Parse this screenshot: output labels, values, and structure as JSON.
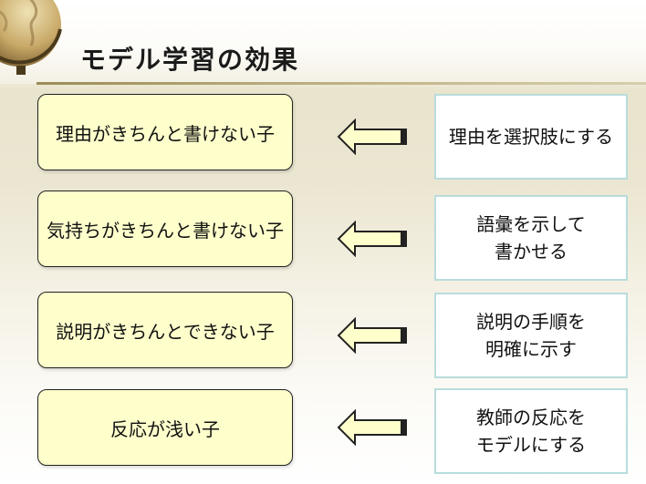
{
  "slide": {
    "title": "モデル学習の効果"
  },
  "rows": [
    {
      "problem": "理由がきちんと書けない子",
      "remedy": [
        "理由を選択肢にする"
      ]
    },
    {
      "problem": "気持ちがきちんと書けない子",
      "remedy": [
        "語彙を示して",
        "書かせる"
      ]
    },
    {
      "problem": "説明がきちんとできない子",
      "remedy": [
        "説明の手順を",
        "明確に示す"
      ]
    },
    {
      "problem": "反応が浅い子",
      "remedy": [
        "教師の反応を",
        "モデルにする"
      ]
    }
  ],
  "colors": {
    "problem_box_fill": "#ffffcc",
    "remedy_box_border": "#b9dcdc",
    "title_rule": "#9b8c58"
  },
  "icons": {
    "decoration": "globe-icon",
    "connector": "left-arrow-icon"
  }
}
